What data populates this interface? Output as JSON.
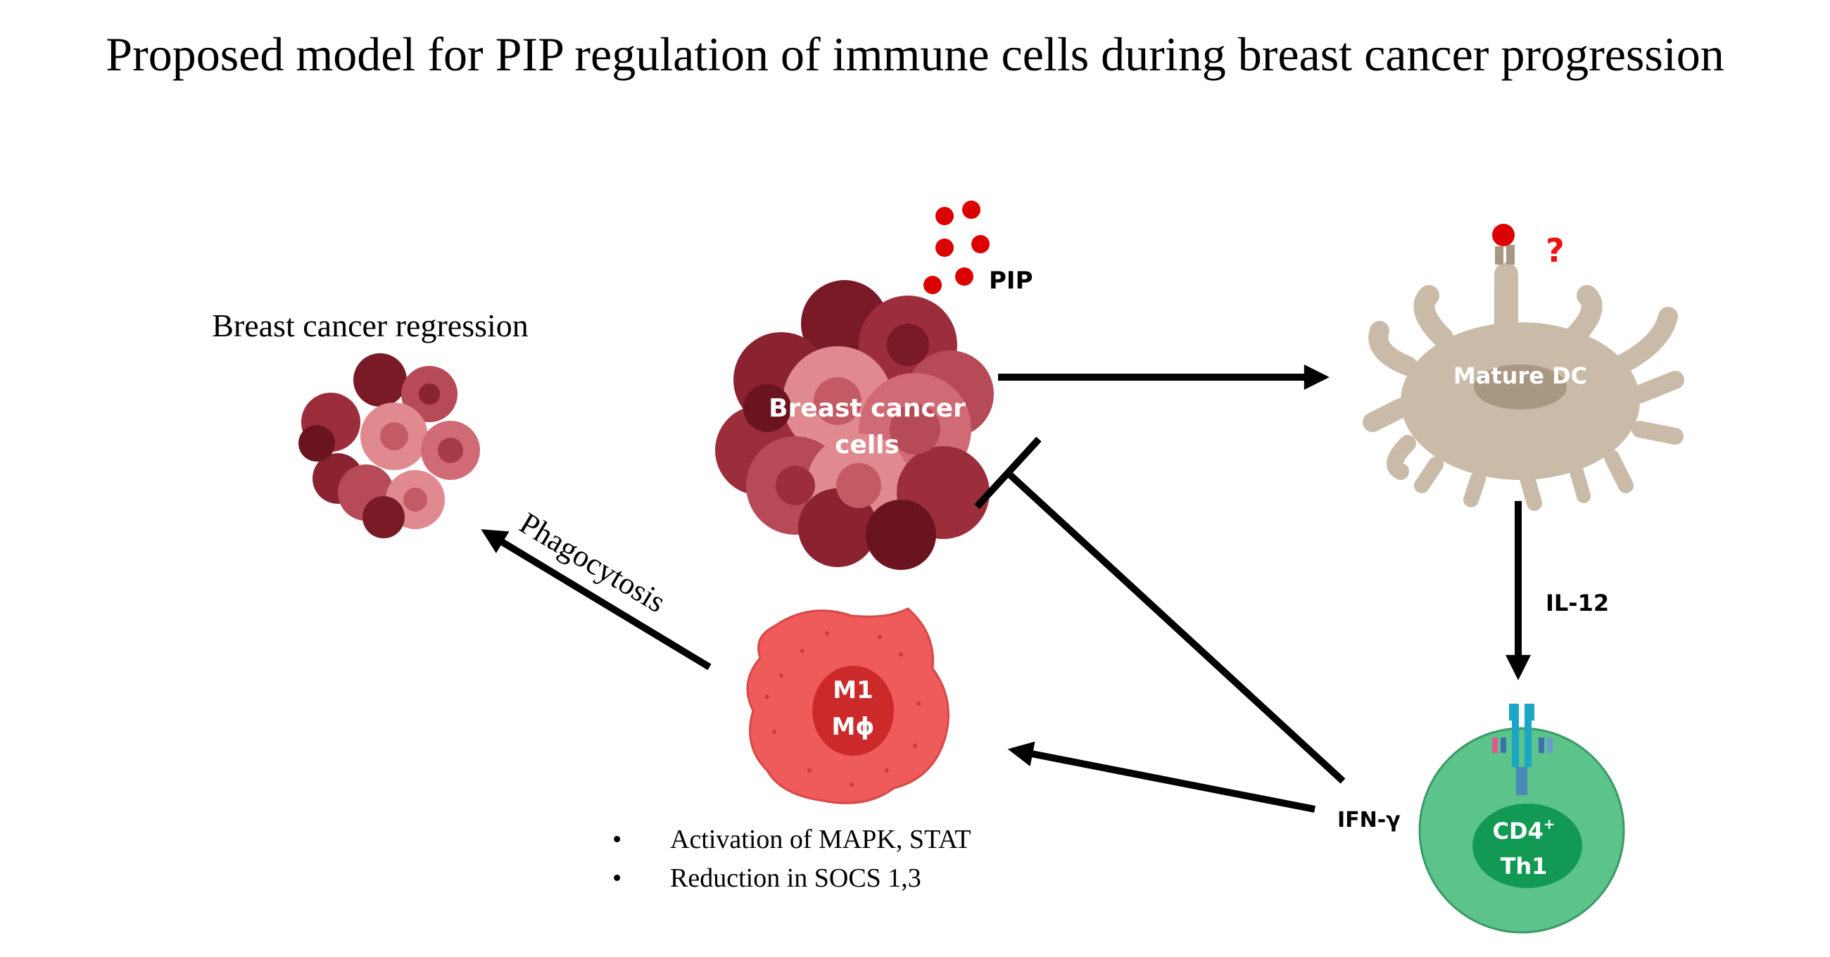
{
  "title": "Proposed model for PIP regulation of immune cells during breast cancer progression",
  "nodes": {
    "regression": {
      "label": "Breast cancer regression"
    },
    "cancer": {
      "label_line1": "Breast cancer",
      "label_line2": "cells"
    },
    "pip": {
      "label": "PIP"
    },
    "dc": {
      "label": "Mature DC",
      "unknown": "?"
    },
    "tcell": {
      "label_line1": "CD4",
      "label_sup": "+",
      "label_line2": "Th1"
    },
    "macrophage": {
      "label_line1": "M1",
      "label_line2": "Mϕ"
    }
  },
  "edges": {
    "il12": {
      "label": "IL-12"
    },
    "ifng": {
      "label": "IFN-γ"
    },
    "phagocytosis": {
      "label": "Phagocytosis"
    }
  },
  "notes": {
    "items": [
      "Activation of MAPK, STAT",
      "Reduction in SOCS 1,3"
    ],
    "bullet": "•"
  },
  "colors": {
    "pip": "#dd0000",
    "question": "#ee1111",
    "dc": "#c9bba8",
    "dc_nucleus": "#a89882",
    "tcell": "#5cc48b",
    "tcell_nucleus": "#129a55",
    "macrophage": "#ef5b5b",
    "macrophage_nucleus": "#cc2a2a",
    "tumor_dark": "#7a1a26",
    "tumor_mid": "#b64a56",
    "tumor_light": "#e08a90",
    "arrow": "#000000"
  }
}
